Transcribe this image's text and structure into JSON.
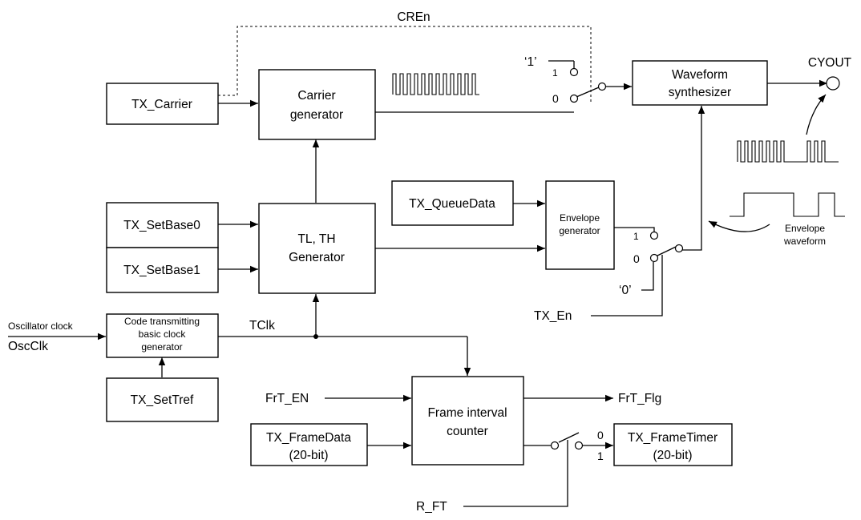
{
  "blocks": {
    "tx_carrier": "TX_Carrier",
    "carrier_gen": [
      "Carrier",
      "generator"
    ],
    "waveform_synth": [
      "Waveform",
      "synthesizer"
    ],
    "tx_setbase0": "TX_SetBase0",
    "tx_setbase1": "TX_SetBase1",
    "tlth_gen": [
      "TL, TH",
      "Generator"
    ],
    "tx_queuedata": "TX_QueueData",
    "envelope_gen": [
      "Envelope",
      "generator"
    ],
    "code_tx_clk_gen": [
      "Code transmitting",
      "basic clock",
      "generator"
    ],
    "tx_settref": "TX_SetTref",
    "frame_interval_counter": [
      "Frame interval",
      "counter"
    ],
    "tx_framedata": [
      "TX_FrameData",
      "(20-bit)"
    ],
    "tx_frametimer": [
      "TX_FrameTimer",
      "(20-bit)"
    ]
  },
  "signals": {
    "cren": "CREn",
    "cyout": "CYOUT",
    "osc_clock": "Oscillator clock",
    "oscclk": "OscClk",
    "tclk": "TClk",
    "tx_en": "TX_En",
    "frt_en": "FrT_EN",
    "frt_flg": "FrT_Flg",
    "r_ft": "R_FT"
  },
  "switch_labels": {
    "carrier_const": "‘1’",
    "carrier_in1": "1",
    "carrier_in0": "0",
    "env_in1": "1",
    "env_in0": "0",
    "env_const": "‘0’",
    "ft_out0": "0",
    "ft_out1": "1"
  },
  "annotations": {
    "envelope_waveform": [
      "Envelope",
      "waveform"
    ]
  }
}
